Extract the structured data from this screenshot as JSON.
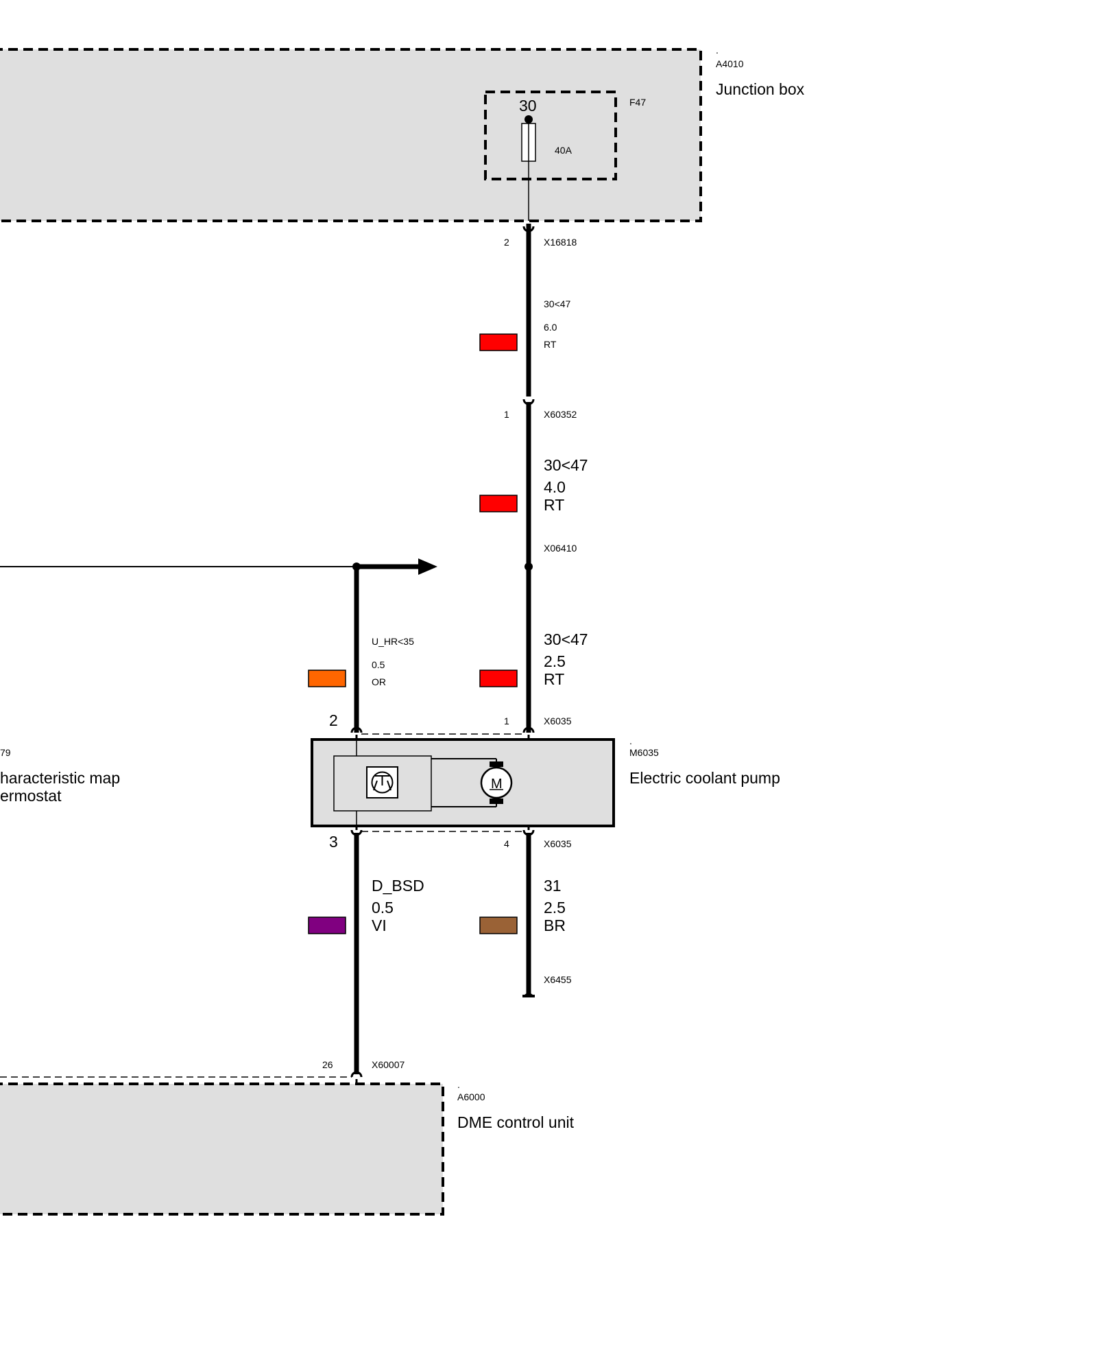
{
  "junction_box": {
    "dot": ".",
    "id": "A4010",
    "name": "Junction box"
  },
  "fuse": {
    "id": "F47",
    "terminal": "30",
    "rating": "40A"
  },
  "wire_top": {
    "connector_pin": "2",
    "connector": "X16818",
    "signal": "30<47",
    "gauge": "6.0",
    "color_code": "RT",
    "swatch": "#ff0000"
  },
  "wire_mid": {
    "connector_pin": "1",
    "connector": "X60352",
    "signal": "30<47",
    "gauge": "4.0",
    "color_code": "RT",
    "swatch": "#ff0000"
  },
  "splice": {
    "id": "X06410"
  },
  "wire_pump_pos": {
    "signal": "30<47",
    "gauge": "2.5",
    "color_code": "RT",
    "swatch": "#ff0000"
  },
  "wire_thermostat": {
    "signal": "U_HR<35",
    "gauge": "0.5",
    "color_code": "OR",
    "swatch": "#ff6600"
  },
  "pump": {
    "dot": ".",
    "id": "M6035",
    "name": "Electric coolant pump",
    "connector_top": "X6035",
    "pin_top_left": "2",
    "pin_top_right": "1",
    "connector_bottom": "X6035",
    "pin_bottom_left": "3",
    "pin_bottom_right": "4",
    "motor_label": "M"
  },
  "left_component": {
    "id_partial": "79",
    "name_line1": "haracteristic map",
    "name_line2": "ermostat"
  },
  "wire_bsd": {
    "signal": "D_BSD",
    "gauge": "0.5",
    "color_code": "VI",
    "swatch": "#800080"
  },
  "wire_ground": {
    "signal": "31",
    "gauge": "2.5",
    "color_code": "BR",
    "swatch": "#9a6236",
    "ground": "X6455"
  },
  "dme": {
    "connector_pin": "26",
    "connector": "X60007",
    "dot": ".",
    "id": "A6000",
    "name": "DME control unit"
  }
}
